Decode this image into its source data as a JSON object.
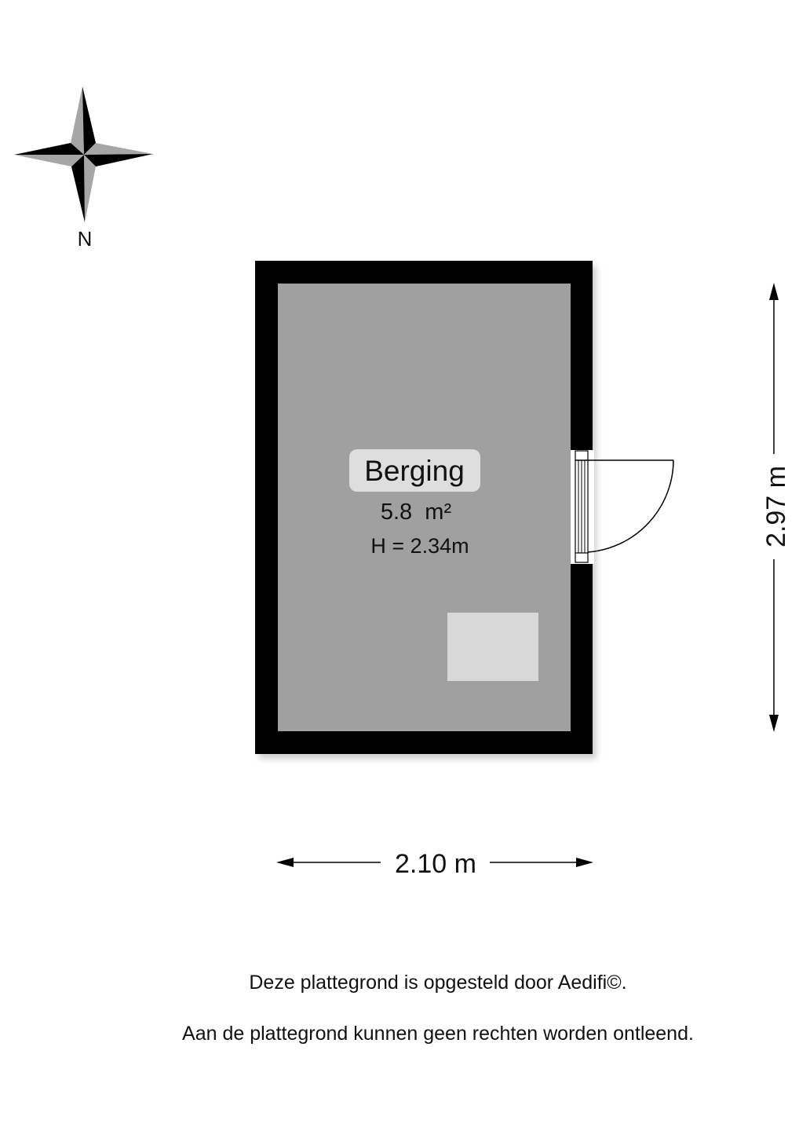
{
  "compass": {
    "north_label": "N"
  },
  "room": {
    "name": "Berging",
    "area": "5.8  m²",
    "height": "H = 2.34m",
    "floor_color": "#a0a0a0",
    "wall_color": "#000000"
  },
  "dimensions": {
    "width": "2.10 m",
    "depth": "2.97 m"
  },
  "footer": {
    "line1": "Deze plattegrond is opgesteld door Aedifi©.",
    "line2": "Aan de plattegrond kunnen geen rechten worden ontleend."
  }
}
